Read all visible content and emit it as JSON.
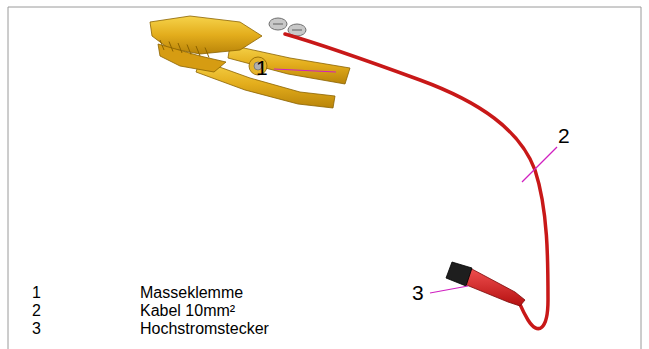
{
  "diagram": {
    "labels": [
      "1",
      "2",
      "3",
      "1",
      "Masseklemme",
      "2",
      "Kabel 10mm²",
      "3",
      "Hochstromstecker"
    ]
  }
}
